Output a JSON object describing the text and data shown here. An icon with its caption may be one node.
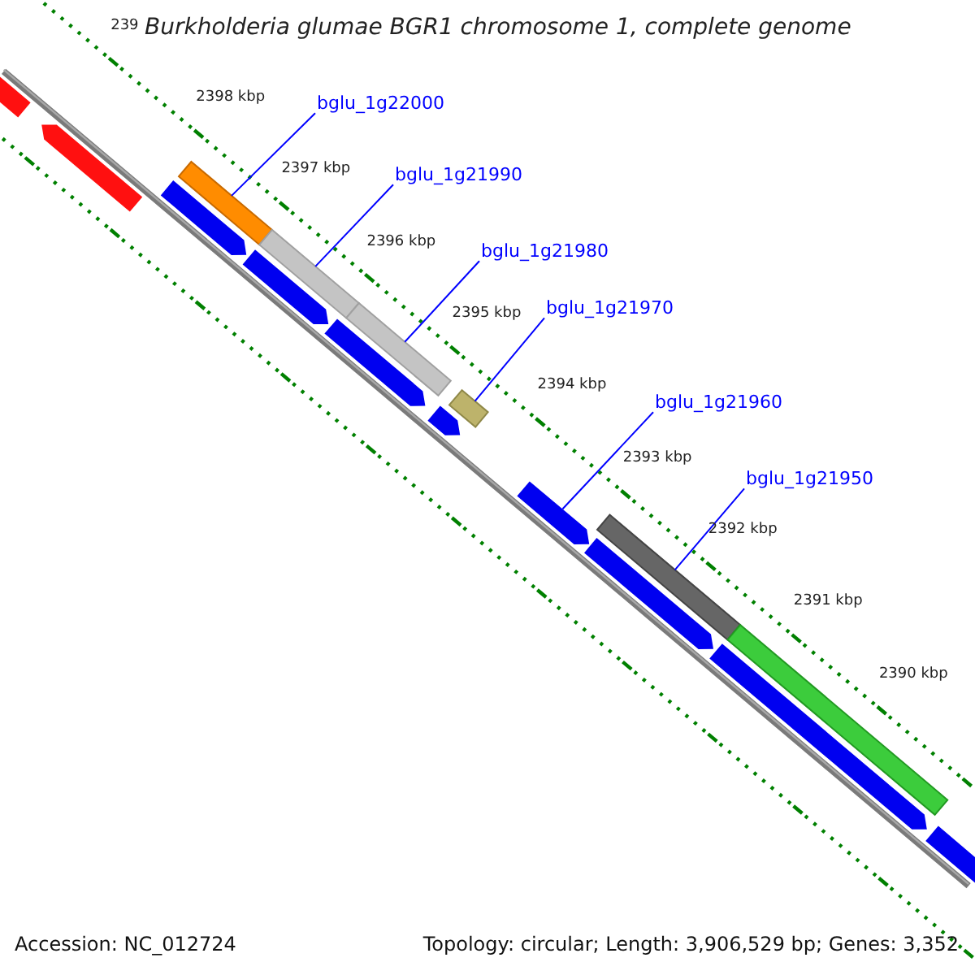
{
  "diagram": {
    "title": "Burkholderia glumae BGR1 chromosome 1, complete genome",
    "nodes": [
      {
        "text": [
          "bglu_1g22000"
        ]
      },
      {
        "text": [
          "bglu_1g21990"
        ]
      },
      {
        "text": [
          "bglu_1g21980"
        ]
      },
      {
        "text": [
          "bglu_1g21970"
        ]
      },
      {
        "text": [
          "bglu_1g21960"
        ]
      },
      {
        "text": [
          "bglu_1g21950"
        ]
      },
      {
        "text": [],
        "shape": "bar"
      },
      {
        "text": [],
        "shape": "bar"
      },
      {
        "text": [],
        "shape": "bar"
      },
      {
        "text": [],
        "shape": "bar"
      },
      {
        "text": [],
        "shape": "bar"
      },
      {
        "text": [],
        "shape": "bar"
      },
      {
        "text": [],
        "shape": "bar"
      },
      {
        "text": [],
        "shape": "bar"
      },
      {
        "text": [],
        "shape": "bar"
      },
      {
        "text": [],
        "shape": "bar"
      },
      {
        "text": [],
        "shape": "bar"
      },
      {
        "text": [],
        "shape": "bar"
      },
      {
        "text": [],
        "shape": "bar"
      },
      {
        "text": [],
        "shape": "bar"
      },
      {
        "text": [],
        "shape": "bar"
      },
      {
        "text": [],
        "shape": "bar"
      }
    ],
    "edges": [
      {
        "from": 0,
        "to": 9,
        "arrow": "none"
      },
      {
        "from": 1,
        "to": 11,
        "arrow": "none"
      },
      {
        "from": 2,
        "to": 13,
        "arrow": "none"
      },
      {
        "from": 3,
        "to": 15,
        "arrow": "none"
      },
      {
        "from": 4,
        "to": 16,
        "arrow": "none"
      },
      {
        "from": 5,
        "to": 17,
        "arrow": "none"
      }
    ],
    "labels": [
      "239",
      "2398 kbp",
      "2397 kbp",
      "2396 kbp",
      "2395 kbp",
      "2394 kbp",
      "2393 kbp",
      "2392 kbp",
      "2391 kbp",
      "2390 kbp",
      "Accession: NC_012724",
      "Topology: circular; Length: 3,906,529 bp; Genes: 3,352"
    ]
  }
}
